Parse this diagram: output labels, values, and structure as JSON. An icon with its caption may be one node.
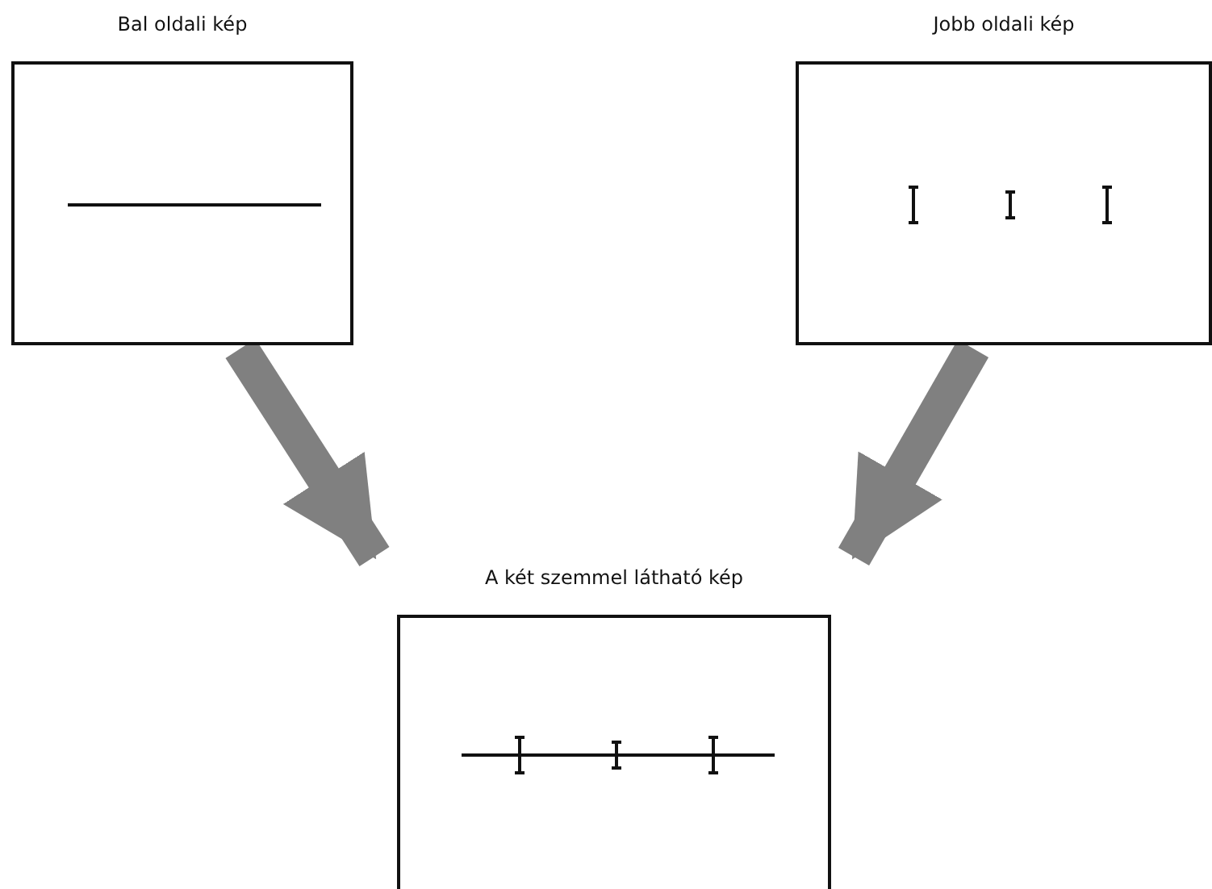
{
  "diagram": {
    "nodes": [
      {
        "text": [
          "Bal oldali kép"
        ]
      },
      {
        "text": [
          "Jobb oldali kép"
        ]
      },
      {
        "text": [
          "A két szemmel látható kép"
        ]
      }
    ],
    "edges": [
      {
        "from": 0,
        "to": 2,
        "arrow": "to"
      },
      {
        "from": 1,
        "to": 2,
        "arrow": "to"
      }
    ]
  }
}
